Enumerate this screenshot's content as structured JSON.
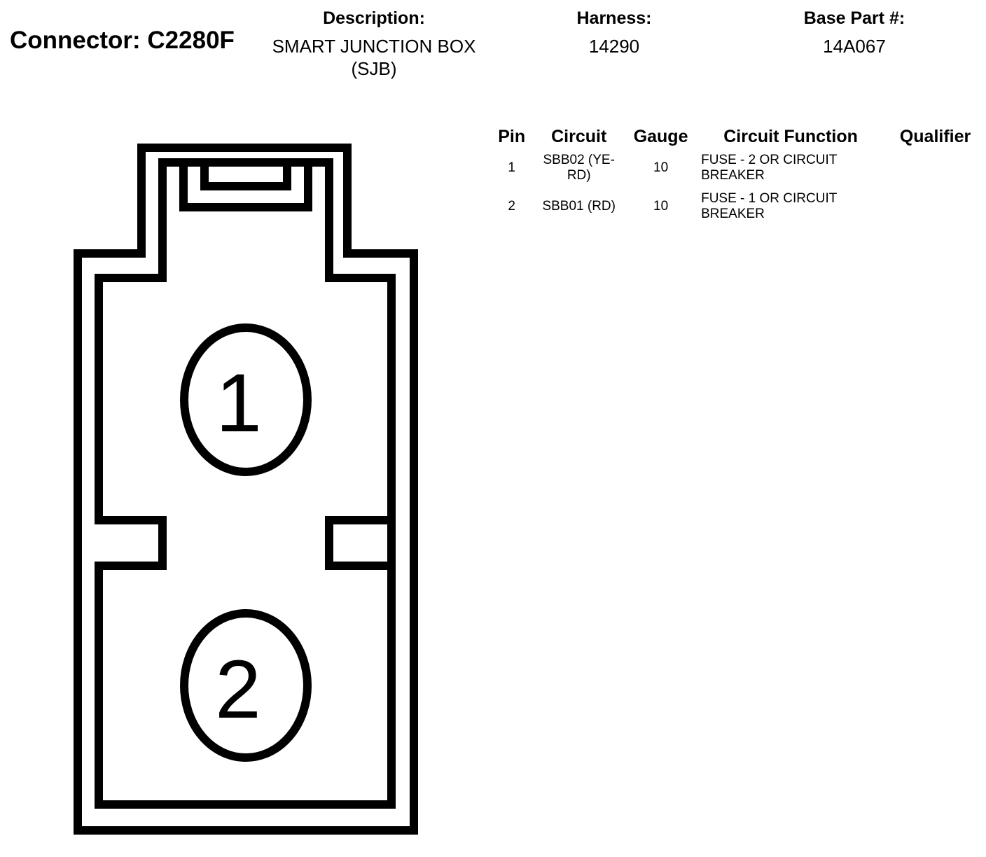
{
  "connector": {
    "label": "Connector:",
    "id": "C2280F"
  },
  "header": {
    "description_label": "Description:",
    "description_value": "SMART JUNCTION BOX (SJB)",
    "harness_label": "Harness:",
    "harness_value": "14290",
    "basepart_label": "Base Part #:",
    "basepart_value": "14A067"
  },
  "table": {
    "headers": {
      "pin": "Pin",
      "circuit": "Circuit",
      "gauge": "Gauge",
      "function": "Circuit Function",
      "qualifier": "Qualifier"
    },
    "rows": [
      {
        "pin": "1",
        "circuit": "SBB02 (YE-RD)",
        "gauge": "10",
        "function": "FUSE - 2 OR CIRCUIT BREAKER",
        "qualifier": ""
      },
      {
        "pin": "2",
        "circuit": "SBB01 (RD)",
        "gauge": "10",
        "function": "FUSE - 1 OR CIRCUIT BREAKER",
        "qualifier": ""
      }
    ]
  },
  "diagram": {
    "pins": [
      {
        "number": "1"
      },
      {
        "number": "2"
      }
    ]
  }
}
